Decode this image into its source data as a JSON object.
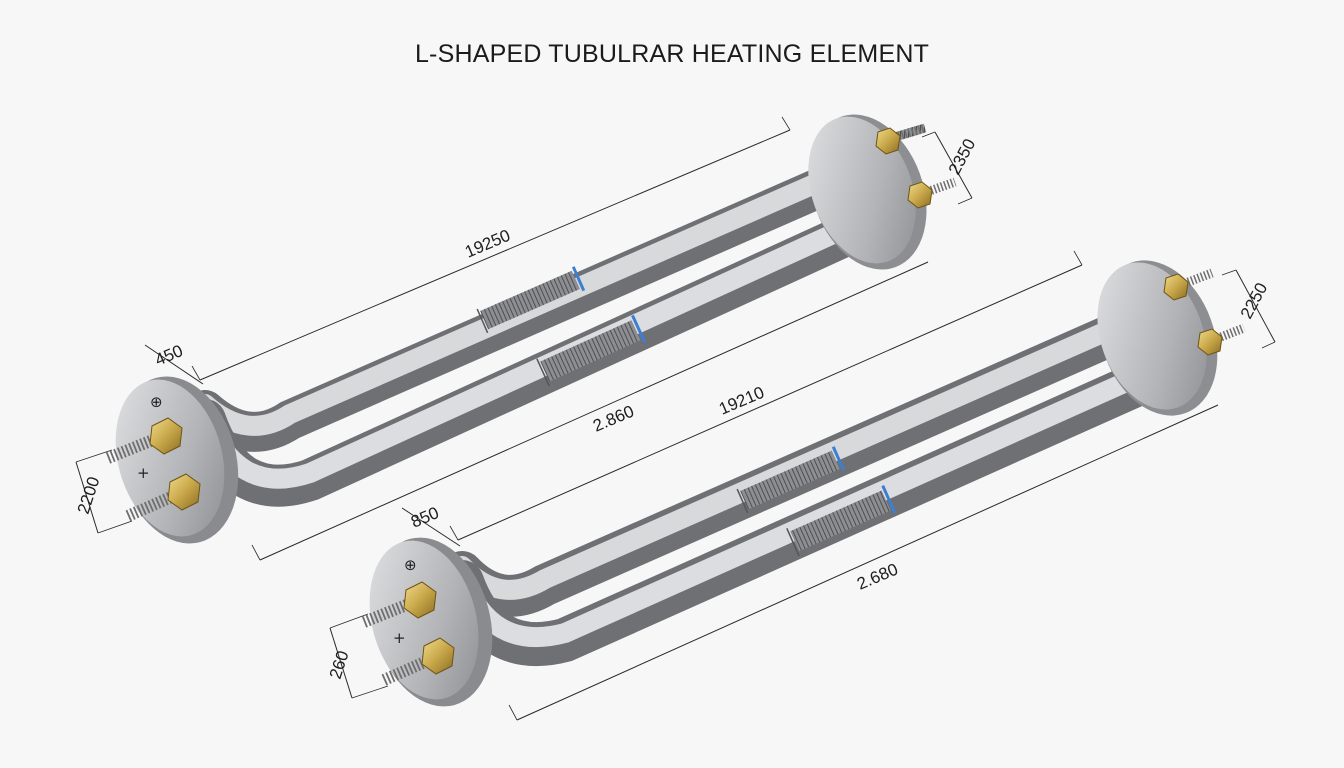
{
  "title": "L-SHAPED TUBULRAR HEATING ELEMENT",
  "colors": {
    "background": "#f7f7f7",
    "tube_steel": "#a9aaad",
    "flange_steel": "#b7b8ba",
    "brass_nut": "#c9a84a",
    "thread": "#6e6e6e",
    "band_blue": "#3c7fd0",
    "dimension_line": "#2a2a2a"
  },
  "elements": [
    {
      "name": "upper-element",
      "terminal_marks": [
        "⊕",
        "+"
      ],
      "dimensions": {
        "overall_length": "19250",
        "flange_offset": "450",
        "lower_length": "2.860",
        "left_height": "2200",
        "right_height": "2350"
      }
    },
    {
      "name": "lower-element",
      "terminal_marks": [
        "⊕",
        "+"
      ],
      "dimensions": {
        "overall_length": "19210",
        "flange_offset": "850",
        "lower_length": "2.680",
        "left_height": "260",
        "right_height": "2250"
      }
    }
  ]
}
